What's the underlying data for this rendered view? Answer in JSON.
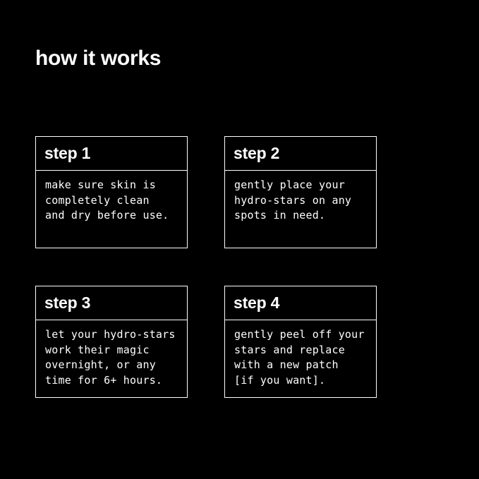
{
  "title": "how it works",
  "colors": {
    "background": "#000000",
    "foreground": "#ffffff"
  },
  "steps": [
    {
      "label": "step 1",
      "text": "make sure skin is\ncompletely clean\nand dry before use."
    },
    {
      "label": "step 2",
      "text": "gently place your\nhydro-stars on any\nspots in need."
    },
    {
      "label": "step 3",
      "text": "let your hydro-stars\nwork their magic\novernight, or any\ntime for 6+ hours."
    },
    {
      "label": "step 4",
      "text": "gently peel off your\nstars and replace\nwith a new patch\n[if you want]."
    }
  ]
}
